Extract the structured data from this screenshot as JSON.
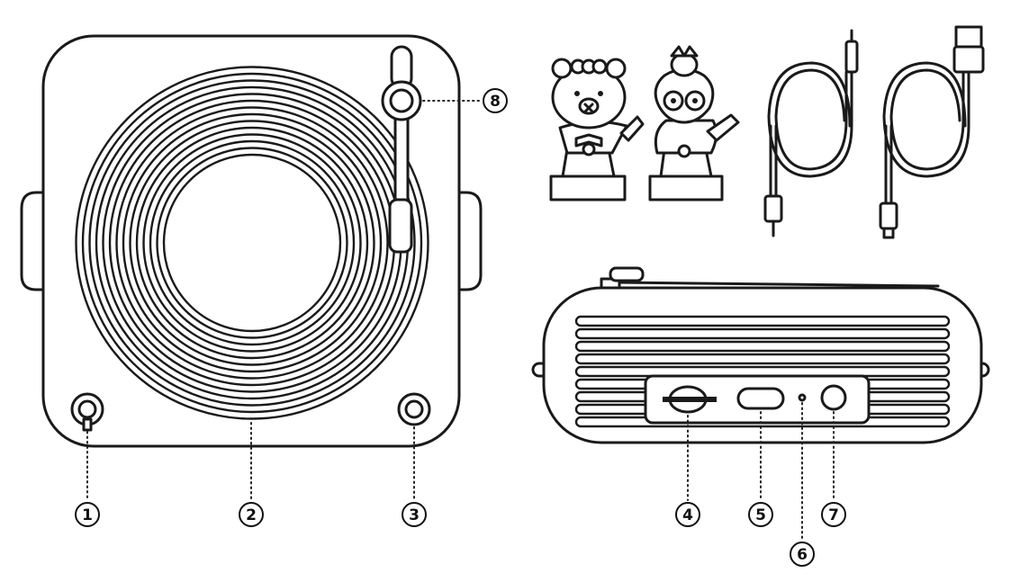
{
  "callouts": [
    {
      "id": "1",
      "label": "①"
    },
    {
      "id": "2",
      "label": "②"
    },
    {
      "id": "3",
      "label": "③"
    },
    {
      "id": "4",
      "label": "④"
    },
    {
      "id": "5",
      "label": "⑤"
    },
    {
      "id": "6",
      "label": "⑥"
    },
    {
      "id": "7",
      "label": "⑦"
    },
    {
      "id": "8",
      "label": "⑧"
    }
  ],
  "colors": {
    "line": "#1a1a1a",
    "background": "#ffffff"
  },
  "icons": [
    "turntable-top-view",
    "brown-figure",
    "sally-figure",
    "aux-cable",
    "usb-cable",
    "turntable-front-view"
  ]
}
